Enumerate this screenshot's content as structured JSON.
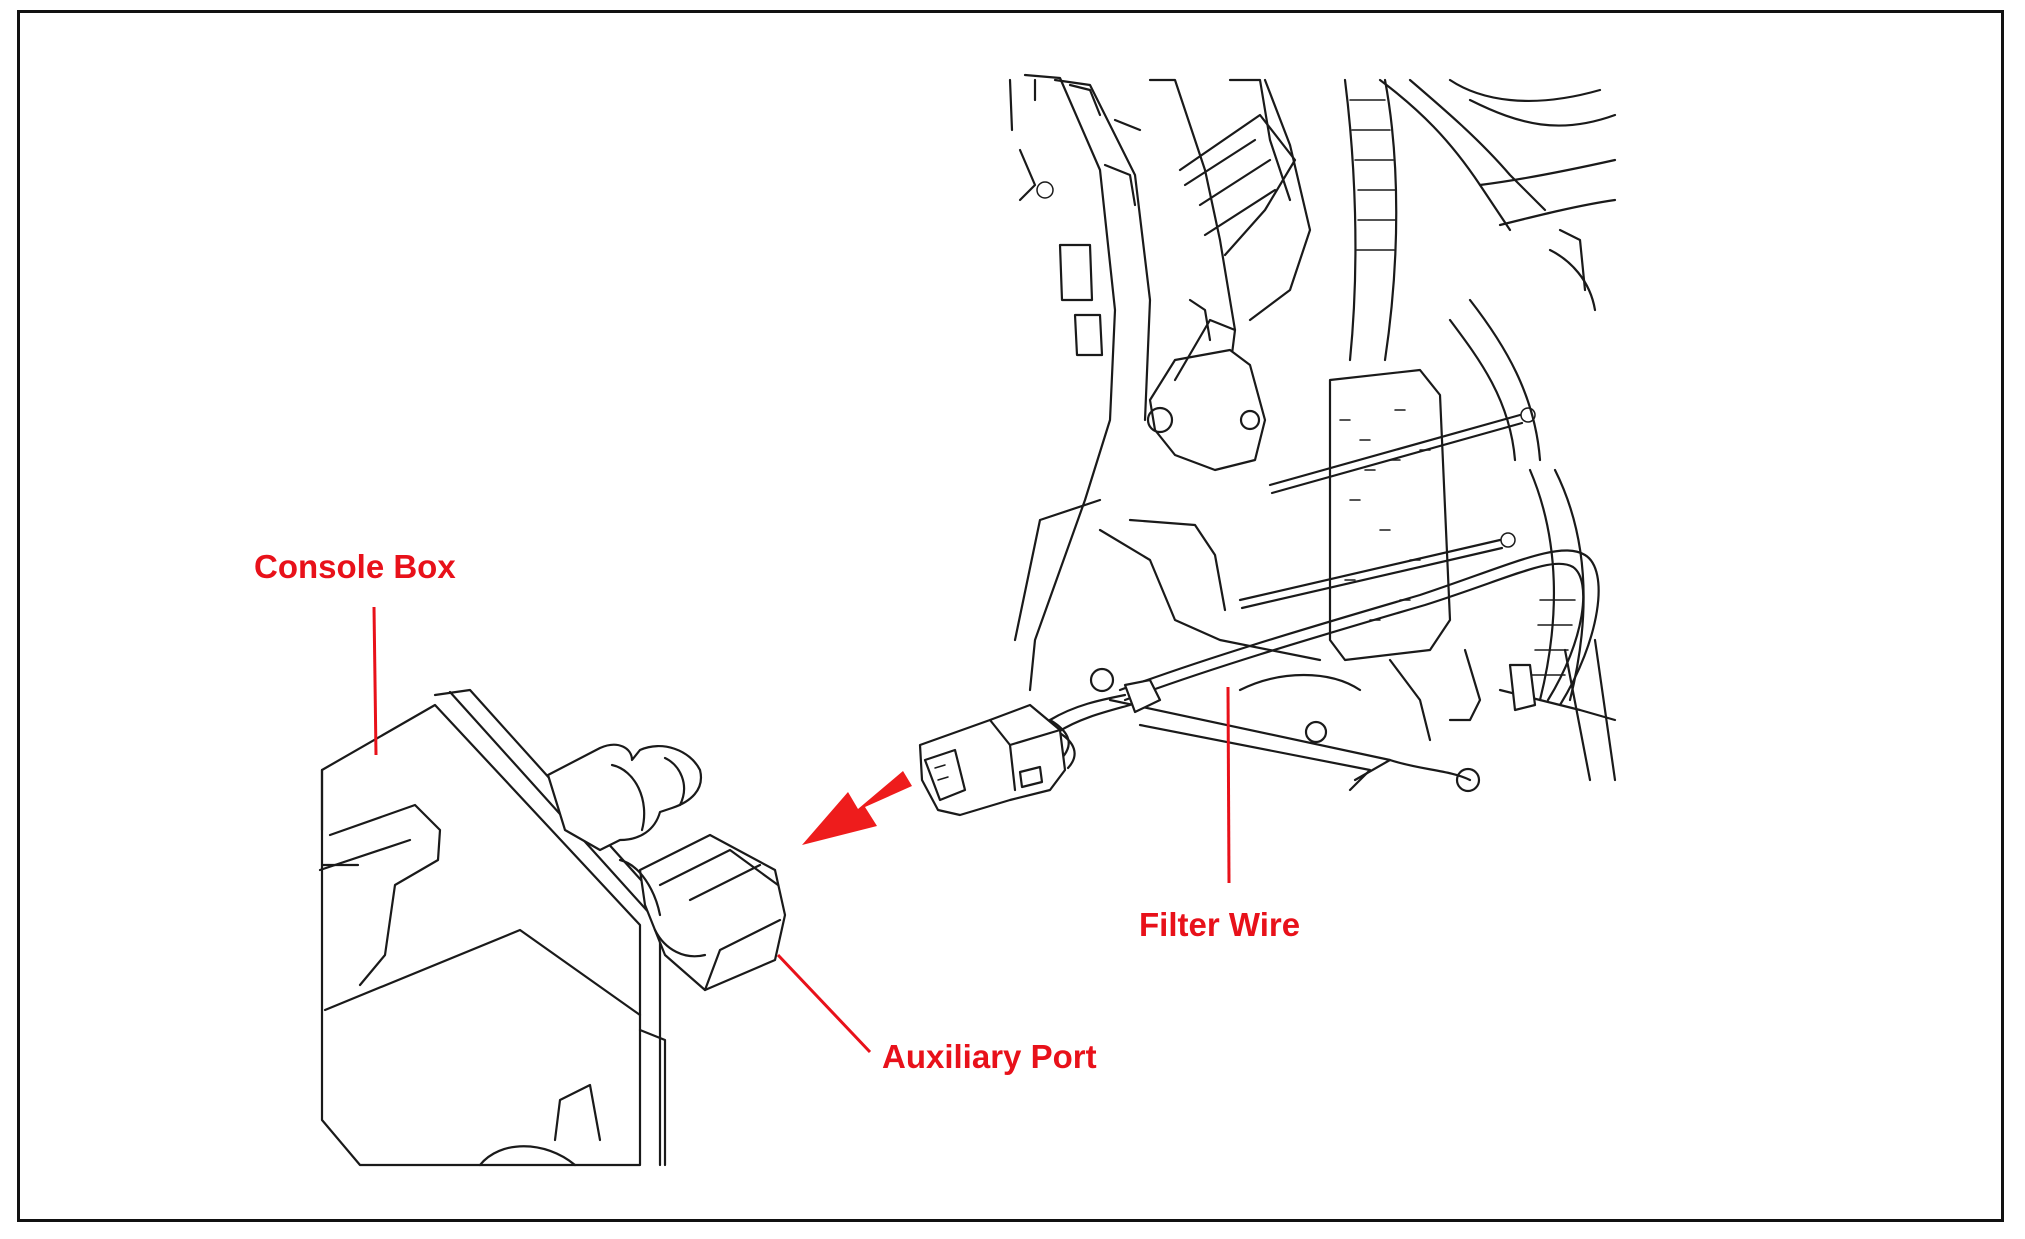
{
  "labels": {
    "console_box": "Console Box",
    "filter_wire": "Filter Wire",
    "auxiliary_port": "Auxiliary Port"
  },
  "colors": {
    "callout_text": "#e8111a",
    "callout_line": "#e8111a",
    "arrow": "#ee1c1c",
    "line_art": "#1a1a1a",
    "frame": "#111111"
  }
}
